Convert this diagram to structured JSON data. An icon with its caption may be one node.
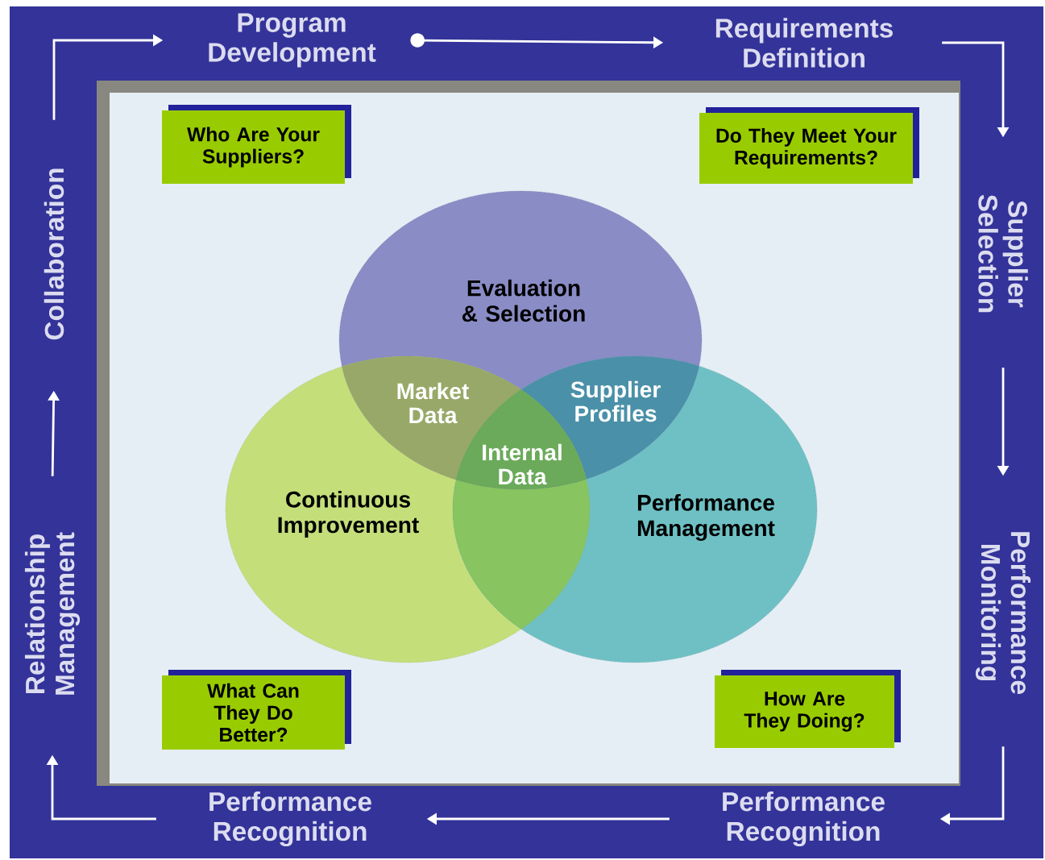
{
  "diagram": {
    "nodes": [
      {
        "text": [
          "Program Development"
        ]
      },
      {
        "text": [
          "Requirements Definition"
        ]
      },
      {
        "text": [
          "Supplier Selection"
        ]
      },
      {
        "text": [
          "Performance Monitoring"
        ]
      },
      {
        "text": [
          "Performance Recognition"
        ]
      },
      {
        "text": [
          "Performance Recognition"
        ]
      },
      {
        "text": [
          "Relationship Management"
        ]
      },
      {
        "text": [
          "Collaboration"
        ]
      },
      {
        "text": [
          "Who Are Your Suppliers?"
        ]
      },
      {
        "text": [
          "Do They Meet Your Requirements?"
        ]
      },
      {
        "text": [
          "Evaluation & Selection"
        ]
      },
      {
        "text": [
          "Continuous Improvement"
        ]
      },
      {
        "text": [
          "Performance Management"
        ]
      },
      {
        "text": [
          "What Can They Do Better?"
        ]
      },
      {
        "text": [
          "How Are They Doing?"
        ]
      }
    ],
    "edges": [
      {
        "from": 7,
        "to": 0,
        "arrow": "to"
      },
      {
        "from": 0,
        "to": 1,
        "arrow": "to"
      },
      {
        "from": 1,
        "to": 2,
        "arrow": "to"
      },
      {
        "from": 2,
        "to": 3,
        "arrow": "to"
      },
      {
        "from": 3,
        "to": 4,
        "arrow": "to"
      },
      {
        "from": 4,
        "to": 5,
        "arrow": "to"
      },
      {
        "from": 5,
        "to": 6,
        "arrow": "to"
      },
      {
        "from": 6,
        "to": 7,
        "arrow": "to"
      }
    ],
    "labels": [
      "Market Data",
      "Supplier Profiles",
      "Internal Data"
    ]
  }
}
